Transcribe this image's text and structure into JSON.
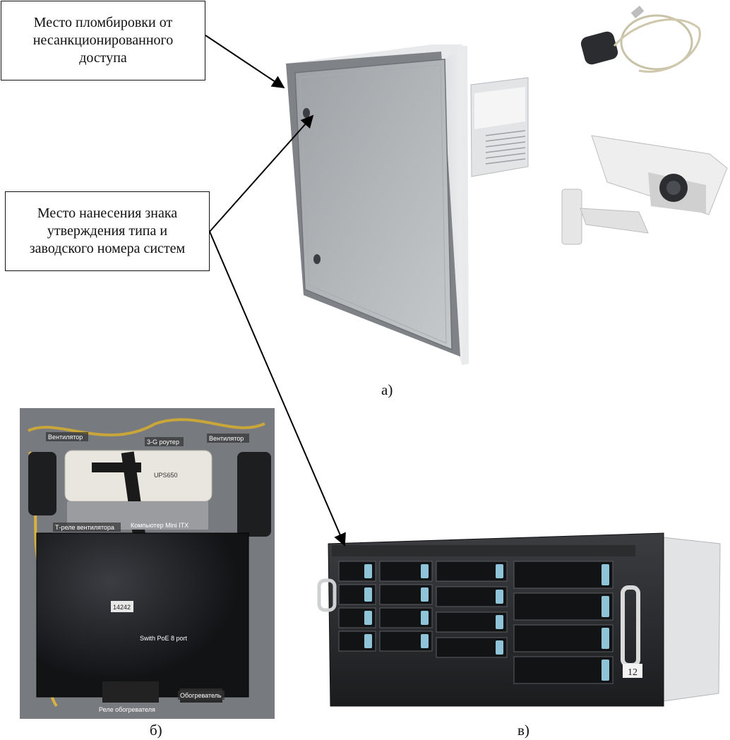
{
  "callouts": {
    "seal": [
      "Место пломбировки от",
      "несанкционированного",
      "доступа"
    ],
    "mark": [
      "Место нанесения знака",
      "утверждения типа и",
      "заводского номера систем"
    ]
  },
  "figure_labels": {
    "a": "а)",
    "b": "б)",
    "c": "в)"
  },
  "photo_b": {
    "fan_left": "Вентилятор",
    "router": "3-G роутер",
    "fan_right": "Вентилятор",
    "ups": "UPS650",
    "fan_relay": "Т-реле вентилятора",
    "computer": "Компьютер Mini ITX",
    "sticker": "14242",
    "switch": "Swith PoE 8 port",
    "heater": "Обогреватель",
    "heater_relay": "Реле обогревателя"
  },
  "photo_c": {
    "serial": "12"
  }
}
